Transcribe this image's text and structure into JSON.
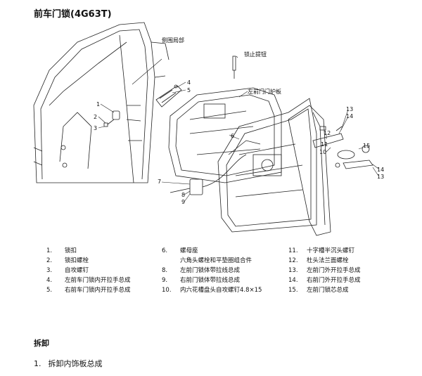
{
  "page_title": "前车门锁(4G63T)",
  "diagram_labels": {
    "side_frame": "侧围局部",
    "lock_button": "锁止提钮",
    "trim_panel": "左前门门护板",
    "n1": "1",
    "n2": "2",
    "n3": "3",
    "n4": "4",
    "n5": "5",
    "n6": "6",
    "n7": "7",
    "n8": "8",
    "n9": "9",
    "n10": "10",
    "n11": "11",
    "n12": "12",
    "n13a": "13",
    "n14a": "14",
    "n15": "15",
    "n14b": "14",
    "n13b": "13"
  },
  "legend": [
    {
      "num": "1.",
      "text": "锁扣"
    },
    {
      "num": "2.",
      "text": "锁扣螺栓"
    },
    {
      "num": "3.",
      "text": "自攻螺钉"
    },
    {
      "num": "4.",
      "text": "左前车门锁内开拉手总成"
    },
    {
      "num": "5.",
      "text": "右前车门锁内开拉手总成"
    },
    {
      "num": "6.",
      "text": "螺母座"
    },
    {
      "num": "",
      "text": "六角头螺栓和平垫圈组合件"
    },
    {
      "num": "8.",
      "text": "左前门锁体带拉线总成"
    },
    {
      "num": "9.",
      "text": "右前门锁体带拉线总成"
    },
    {
      "num": "10.",
      "text": "内六花槽盘头自攻螺钉4.8×15"
    },
    {
      "num": "11.",
      "text": "十字槽半沉头螺钉"
    },
    {
      "num": "12.",
      "text": "杜头法兰面螺栓"
    },
    {
      "num": "13.",
      "text": "左前门外开拉手总成"
    },
    {
      "num": "14.",
      "text": "右前门外开拉手总成"
    },
    {
      "num": "15.",
      "text": "左前门锁芯总成"
    }
  ],
  "section_title": "拆卸",
  "steps": [
    {
      "num": "1.",
      "text": "拆卸内饰板总成"
    }
  ]
}
